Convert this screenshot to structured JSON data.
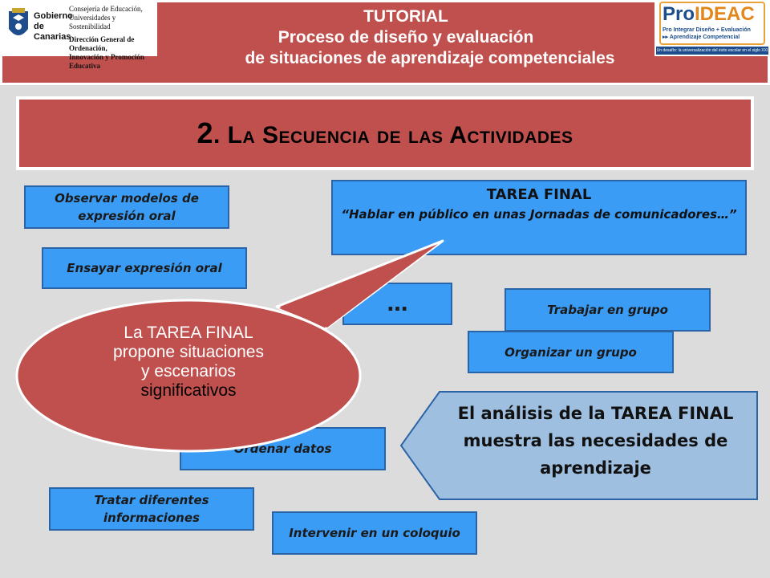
{
  "header": {
    "logo_left": {
      "name": "Gobierno de Canarias",
      "org_1": "Consejería de Educación,",
      "org_2": "Universidades y Sostenibilidad",
      "dept_1": "Dirección General de Ordenación,",
      "dept_2": "Innovación y Promoción Educativa"
    },
    "title_line1": "TUTORIAL",
    "title_line2": "Proceso de diseño y evaluación",
    "title_line3": "de situaciones de aprendizaje competenciales",
    "logo_right": {
      "brand_a": "Pro",
      "brand_b": "IDEAC",
      "line1": "Pro Integrar Diseño + Evaluación",
      "line2": "▸▸ Aprendizaje Competencial",
      "tagline": "Un desafío: la universalización del éxito escolar en el siglo XXI"
    }
  },
  "section_title": {
    "number": "2",
    "text": ". La Secuencia de las Actividades"
  },
  "tarea_final": {
    "heading": "TAREA FINAL",
    "description": "“Hablar en público en unas Jornadas de comunicadores…”"
  },
  "activities": {
    "observar": "Observar modelos de expresión oral",
    "ensayar": "Ensayar expresión oral",
    "ellipsis": "…",
    "trabajar": "Trabajar en grupo",
    "organizar": "Organizar un grupo",
    "ordenar": "Ordenar datos",
    "tratar": "Tratar diferentes informaciones",
    "intervenir": "Intervenir en un coloquio"
  },
  "callout": {
    "line1": "La TAREA FINAL",
    "line2": "propone  situaciones",
    "line3": "y escenarios",
    "line4": "significativos"
  },
  "analysis": {
    "text": "El análisis de la TAREA FINAL muestra las necesidades de aprendizaje"
  },
  "colors": {
    "header_red": "#c0504d",
    "box_blue": "#3b9cf6",
    "box_border": "#2b63a7",
    "arrow_fill": "#9ebfdf",
    "background": "#dcdcdc"
  }
}
